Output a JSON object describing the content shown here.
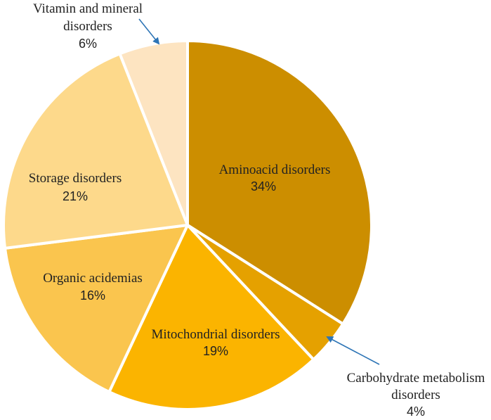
{
  "chart_data": {
    "type": "pie",
    "title": "",
    "labels": [
      "Aminoacid disorders",
      "Carbohydrate metabolism disorders",
      "Mitochondrial disorders",
      "Organic acidemias",
      "Storage disorders",
      "Vitamin and mineral disorders"
    ],
    "values": [
      34,
      4,
      19,
      16,
      21,
      6
    ],
    "value_labels": [
      "34%",
      "4%",
      "19%",
      "16%",
      "21%",
      "6%"
    ],
    "colors": [
      "#CC8E00",
      "#E5A100",
      "#FBB400",
      "#FAC54E",
      "#FDD98B",
      "#FDE4C1"
    ],
    "slice_border_color": "#ffffff",
    "start": "12 o'clock",
    "direction": "clockwise",
    "legend": "none",
    "callout_color": "#2E75B6",
    "external_labels": [
      "Carbohydrate metabolism disorders",
      "Vitamin and mineral disorders"
    ]
  },
  "labels": {
    "aminoacid": {
      "name": "Aminoacid disorders",
      "pct": "34%"
    },
    "carbohydrate": {
      "name_line1": "Carbohydrate metabolism",
      "name_line2": "disorders",
      "pct": "4%"
    },
    "mitochondrial": {
      "name": "Mitochondrial disorders",
      "pct": "19%"
    },
    "organic": {
      "name": "Organic acidemias",
      "pct": "16%"
    },
    "storage": {
      "name": "Storage disorders",
      "pct": "21%"
    },
    "vitamin": {
      "name_line1": "Vitamin and mineral",
      "name_line2": "disorders",
      "pct": "6%"
    }
  }
}
